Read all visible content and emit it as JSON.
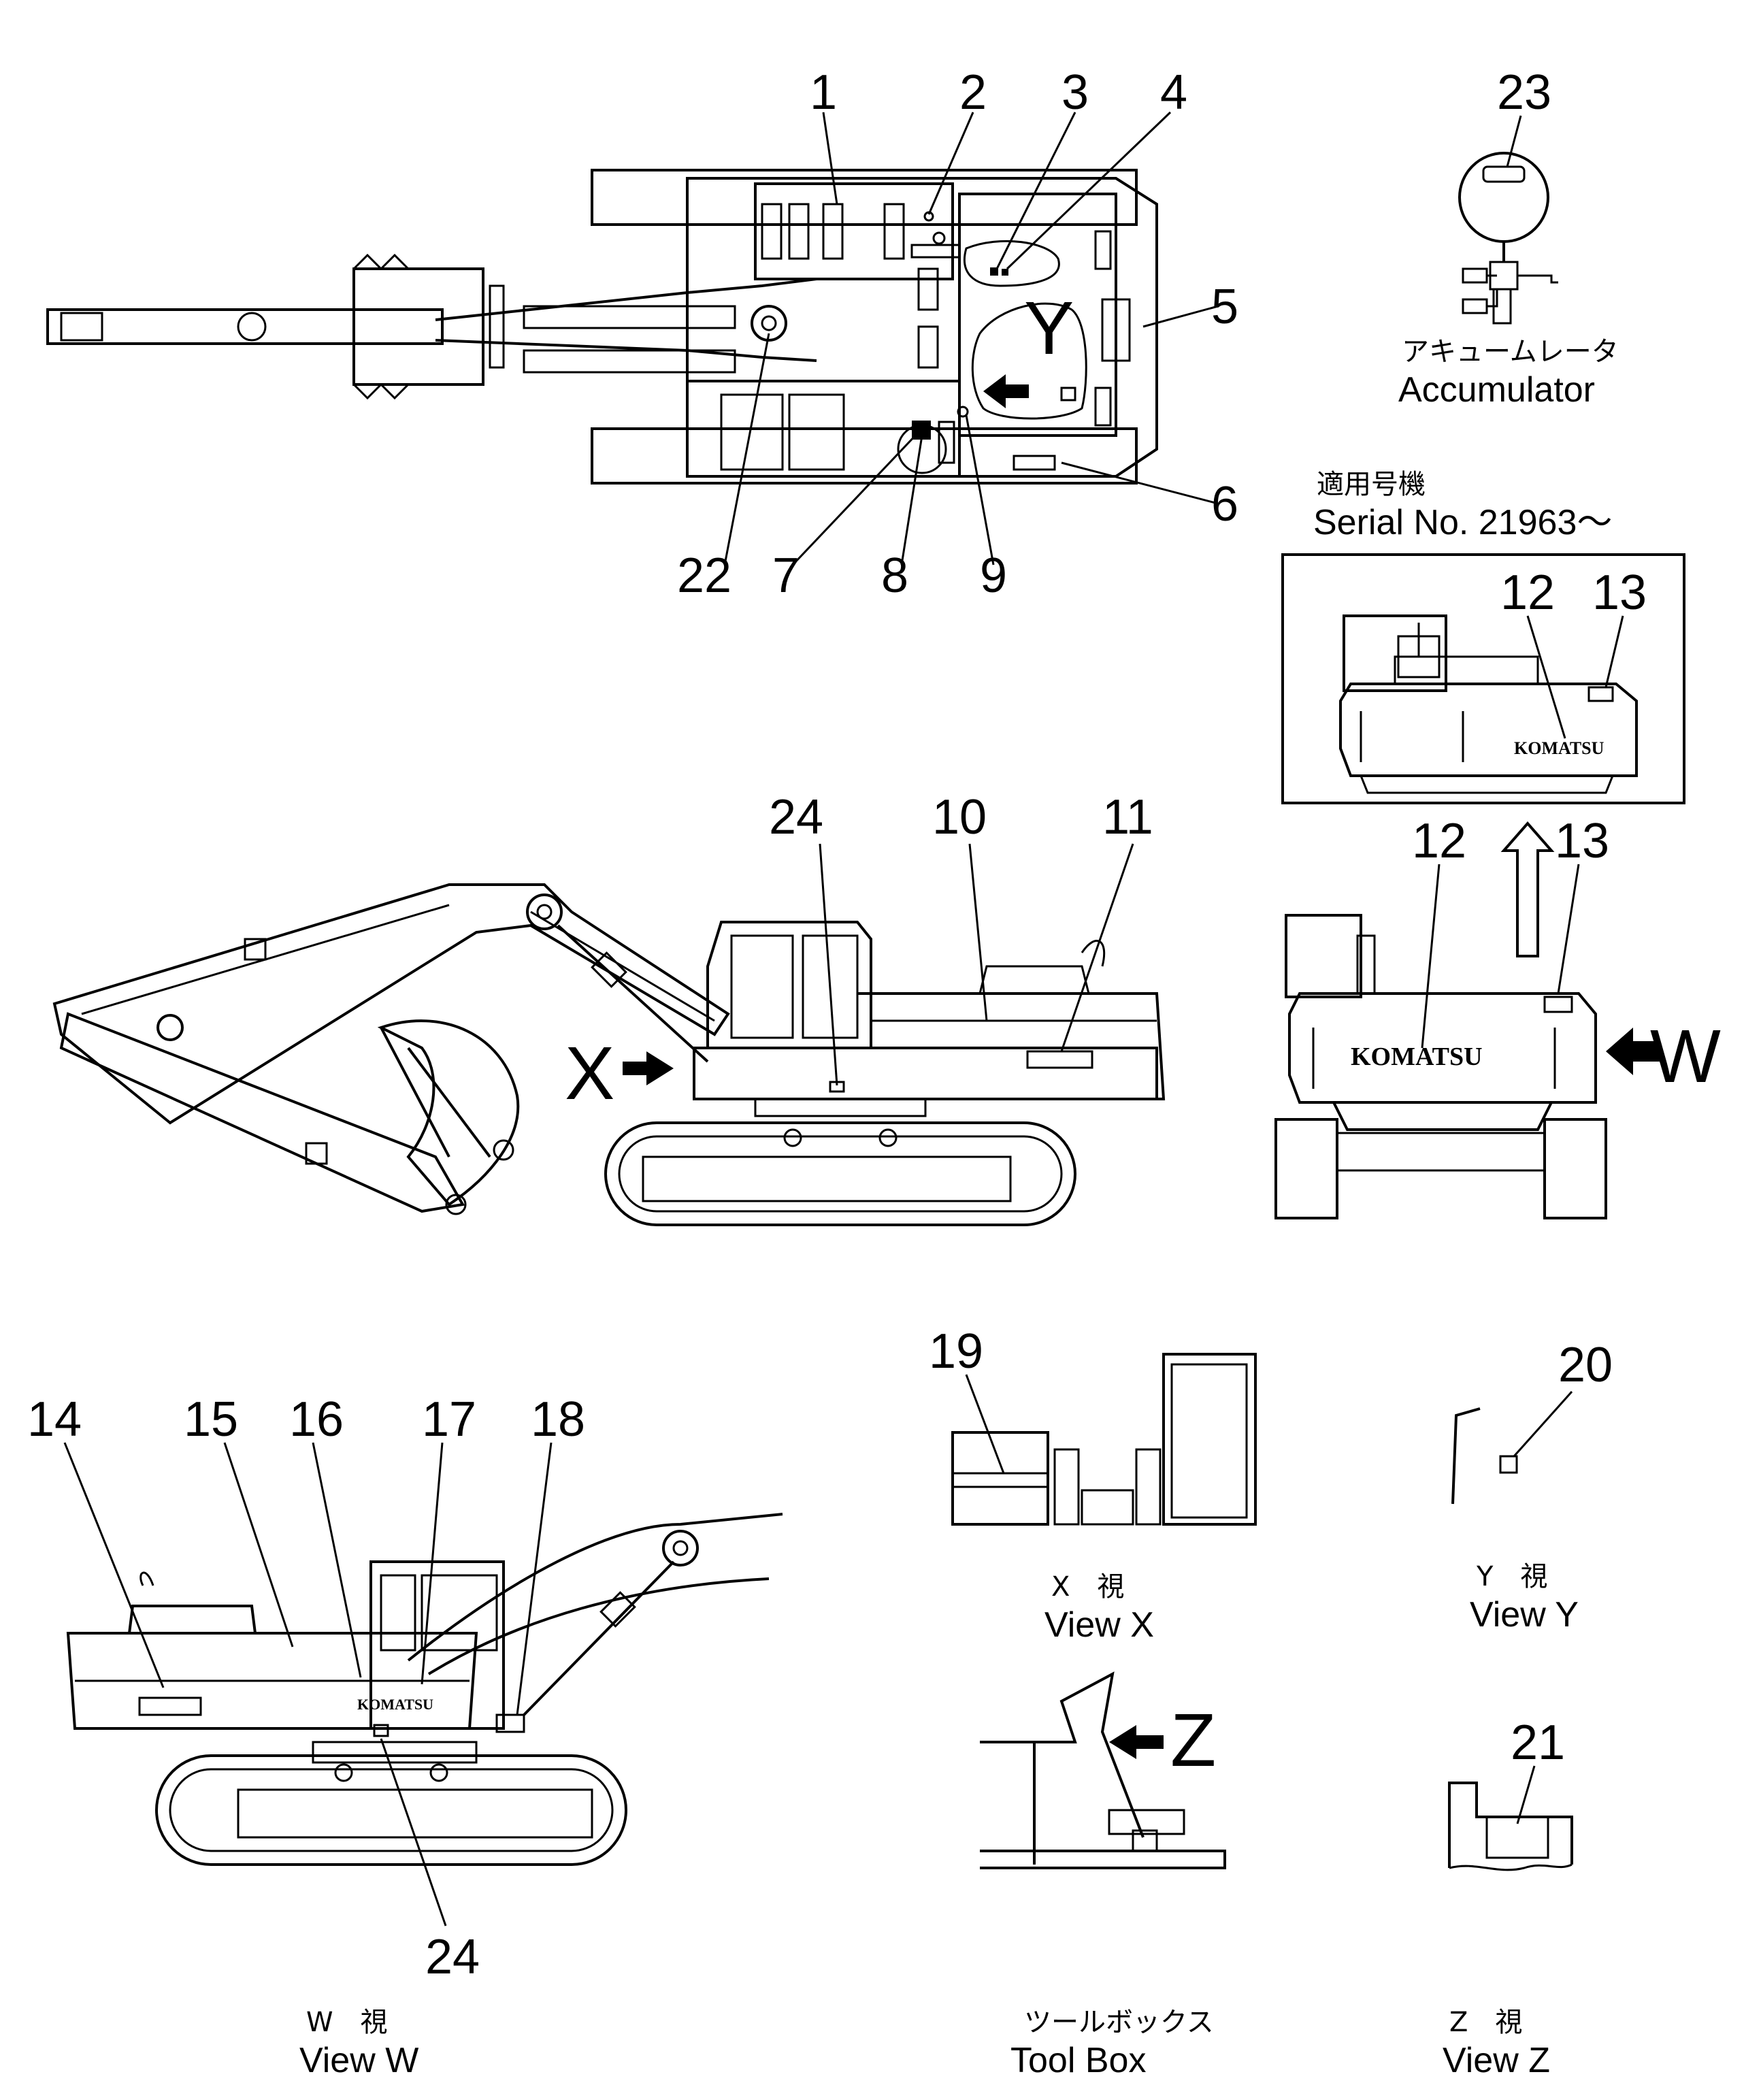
{
  "callouts": {
    "n1": "1",
    "n2": "2",
    "n3": "3",
    "n4": "4",
    "n5": "5",
    "n6": "6",
    "n7": "7",
    "n8": "8",
    "n9": "9",
    "n10": "10",
    "n11": "11",
    "n12a": "12",
    "n13a": "13",
    "n12b": "12",
    "n13b": "13",
    "n14": "14",
    "n15": "15",
    "n16": "16",
    "n17": "17",
    "n18": "18",
    "n19": "19",
    "n20": "20",
    "n21": "21",
    "n22": "22",
    "n23": "23",
    "n24a": "24",
    "n24b": "24"
  },
  "accumulator": {
    "jp": "アキュームレータ",
    "en": "Accumulator"
  },
  "serial": {
    "jp": "適用号機",
    "en": "Serial  No. 21963～"
  },
  "arrows": {
    "x": "X",
    "y": "Y",
    "w": "W",
    "z": "Z"
  },
  "brand": "KOMATSU",
  "views": {
    "x": {
      "jp": "X　視",
      "en": "View  X"
    },
    "y": {
      "jp": "Y　視",
      "en": "View  Y"
    },
    "w": {
      "jp": "W　視",
      "en": "View  W"
    },
    "z": {
      "jp": "Z　視",
      "en": "View  Z"
    },
    "toolbox": {
      "jp": "ツールボックス",
      "en": "Tool   Box"
    }
  }
}
